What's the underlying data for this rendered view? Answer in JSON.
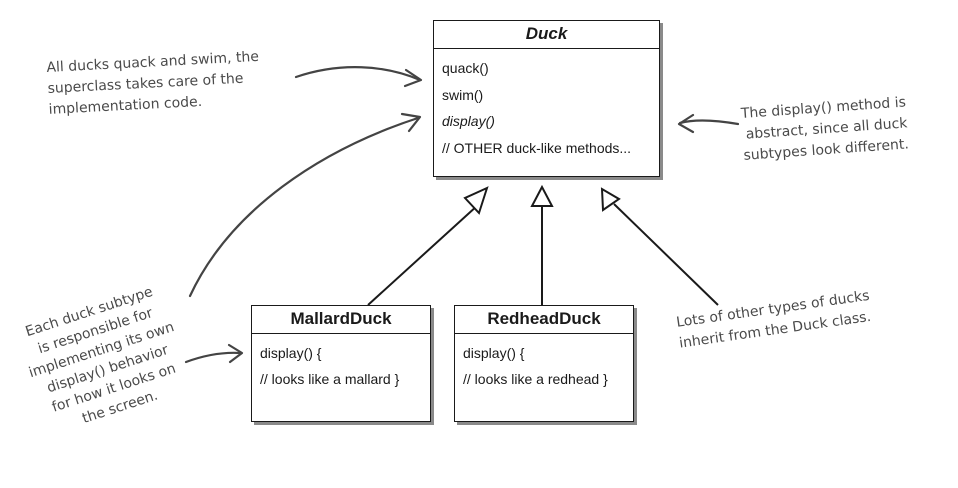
{
  "superclass": {
    "name": "Duck",
    "methods": [
      {
        "text": "quack()",
        "abstract": false
      },
      {
        "text": "swim()",
        "abstract": false
      },
      {
        "text": "display()",
        "abstract": true
      },
      {
        "text": "// OTHER duck-like methods...",
        "abstract": false
      }
    ]
  },
  "subclasses": [
    {
      "name": "MallardDuck",
      "methods": [
        "display() {",
        "// looks like a mallard }"
      ]
    },
    {
      "name": "RedheadDuck",
      "methods": [
        "display() {",
        "// looks like a redhead }"
      ]
    }
  ],
  "annotations": {
    "quack_swim": [
      "All ducks quack and swim, the",
      "superclass takes care of the",
      "implementation code."
    ],
    "display_abstract": [
      "The display() method is",
      "abstract, since all duck",
      "subtypes look different."
    ],
    "other_types": [
      "Lots of other types of ducks",
      "inherit from the Duck class."
    ],
    "subtype_responsible": [
      "Each duck subtype",
      "is responsible for",
      "implementing its own",
      "display() behavior",
      "for how it looks on",
      "the screen."
    ]
  },
  "colors": {
    "box_border": "#1a1a1a",
    "box_shadow": "#8a8a8a",
    "annotation_text": "#4a4a4a",
    "annotation_arrow": "#444444"
  }
}
